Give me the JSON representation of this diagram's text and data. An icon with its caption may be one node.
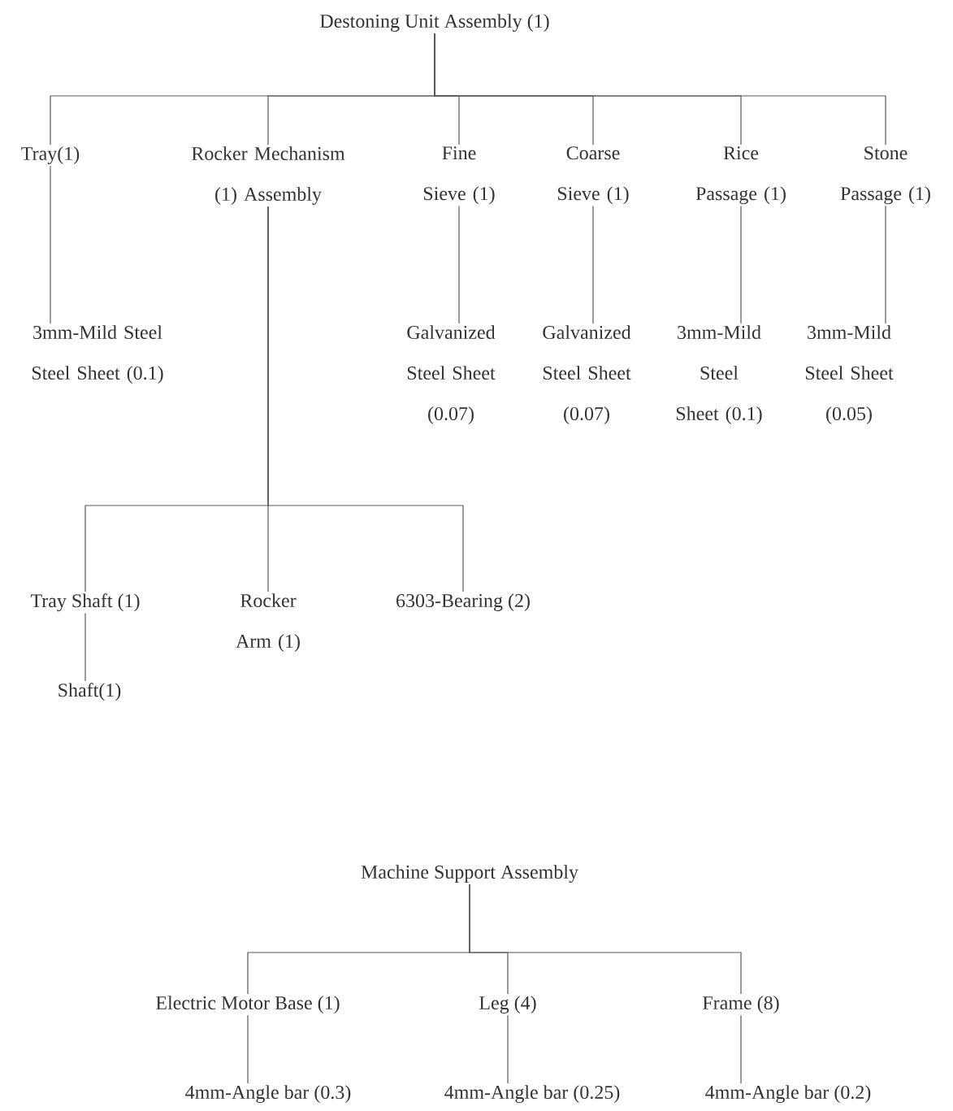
{
  "diagram": {
    "nodes": [
      {
        "text": [
          "Destoning Unit Assembly (1)"
        ]
      },
      {
        "text": [
          "Tray(1)"
        ]
      },
      {
        "text": [
          "Rocker Mechanism (1) Assembly"
        ]
      },
      {
        "text": [
          "Fine Sieve (1)"
        ]
      },
      {
        "text": [
          "Coarse Sieve (1)"
        ]
      },
      {
        "text": [
          "Rice Passage (1)"
        ]
      },
      {
        "text": [
          "Stone Passage (1)"
        ]
      },
      {
        "text": [
          "3mm-Mild Steel Steel Sheet (0.1)"
        ]
      },
      {
        "text": [
          "Galvanized Steel Sheet (0.07)"
        ]
      },
      {
        "text": [
          "Galvanized Steel Sheet (0.07)"
        ]
      },
      {
        "text": [
          "3mm-Mild Steel Sheet (0.1)"
        ]
      },
      {
        "text": [
          "3mm-Mild Steel Sheet (0.05)"
        ]
      },
      {
        "text": [
          "Tray Shaft (1)"
        ]
      },
      {
        "text": [
          "Rocker Arm (1)"
        ]
      },
      {
        "text": [
          "6303-Bearing (2)"
        ]
      },
      {
        "text": [
          "Shaft(1)"
        ]
      },
      {
        "text": [
          "Machine Support Assembly"
        ]
      },
      {
        "text": [
          "Electric Motor Base (1)"
        ]
      },
      {
        "text": [
          "Leg (4)"
        ]
      },
      {
        "text": [
          "Frame (8)"
        ]
      },
      {
        "text": [
          "4mm-Angle bar (0.3)"
        ]
      },
      {
        "text": [
          "4mm-Angle bar (0.25)"
        ]
      },
      {
        "text": [
          "4mm-Angle bar (0.2)"
        ]
      }
    ],
    "edges": [
      {
        "from": 0,
        "to": 1,
        "arrow": "none"
      },
      {
        "from": 0,
        "to": 2,
        "arrow": "none"
      },
      {
        "from": 0,
        "to": 3,
        "arrow": "none"
      },
      {
        "from": 0,
        "to": 4,
        "arrow": "none"
      },
      {
        "from": 0,
        "to": 5,
        "arrow": "none"
      },
      {
        "from": 0,
        "to": 6,
        "arrow": "none"
      },
      {
        "from": 1,
        "to": 7,
        "arrow": "none"
      },
      {
        "from": 3,
        "to": 8,
        "arrow": "none"
      },
      {
        "from": 4,
        "to": 9,
        "arrow": "none"
      },
      {
        "from": 5,
        "to": 10,
        "arrow": "none"
      },
      {
        "from": 6,
        "to": 11,
        "arrow": "none"
      },
      {
        "from": 2,
        "to": 12,
        "arrow": "none"
      },
      {
        "from": 2,
        "to": 13,
        "arrow": "none"
      },
      {
        "from": 2,
        "to": 14,
        "arrow": "none"
      },
      {
        "from": 12,
        "to": 15,
        "arrow": "none"
      },
      {
        "from": 16,
        "to": 17,
        "arrow": "none"
      },
      {
        "from": 16,
        "to": 18,
        "arrow": "none"
      },
      {
        "from": 16,
        "to": 19,
        "arrow": "none"
      },
      {
        "from": 17,
        "to": 20,
        "arrow": "none"
      },
      {
        "from": 18,
        "to": 21,
        "arrow": "none"
      },
      {
        "from": 19,
        "to": 22,
        "arrow": "none"
      }
    ]
  }
}
